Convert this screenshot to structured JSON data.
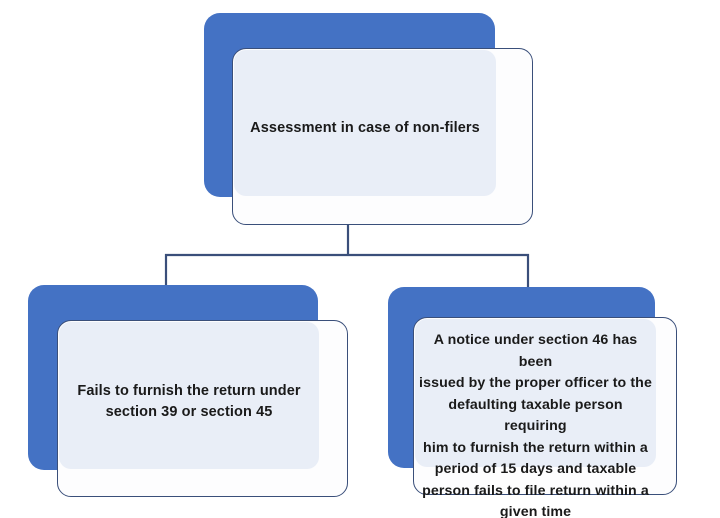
{
  "diagram": {
    "title": "Assessment in case of non-filers",
    "type": "flowchart",
    "orientation": "top-down",
    "colors": {
      "plate_blue": "#4472C4",
      "card_border": "#3A4F7A",
      "card_fill": "#FDFDFE",
      "tint_fill": "#E9EEF7",
      "connector": "#3A4F7A",
      "text": "#1A1A1A",
      "background": "#FFFFFF"
    },
    "nodes": {
      "root": {
        "label": "Assessment in case of non-filers"
      },
      "child_left": {
        "label": "Fails to furnish the return under\nsection 39 or section 45"
      },
      "child_right": {
        "label": "A notice under section 46 has been\nissued by the proper officer to the\ndefaulting taxable person requiring\nhim to furnish the return within a\nperiod of 15 days and taxable\nperson fails to file return within a\ngiven time"
      }
    },
    "connectors": [
      {
        "name": "root-to-branch-stem",
        "from": "root",
        "to": "branch-bar"
      },
      {
        "name": "branch-bar-to-child-left",
        "from": "branch-bar",
        "to": "child_left"
      },
      {
        "name": "branch-bar-to-child-right",
        "from": "branch-bar",
        "to": "child_right"
      }
    ]
  }
}
